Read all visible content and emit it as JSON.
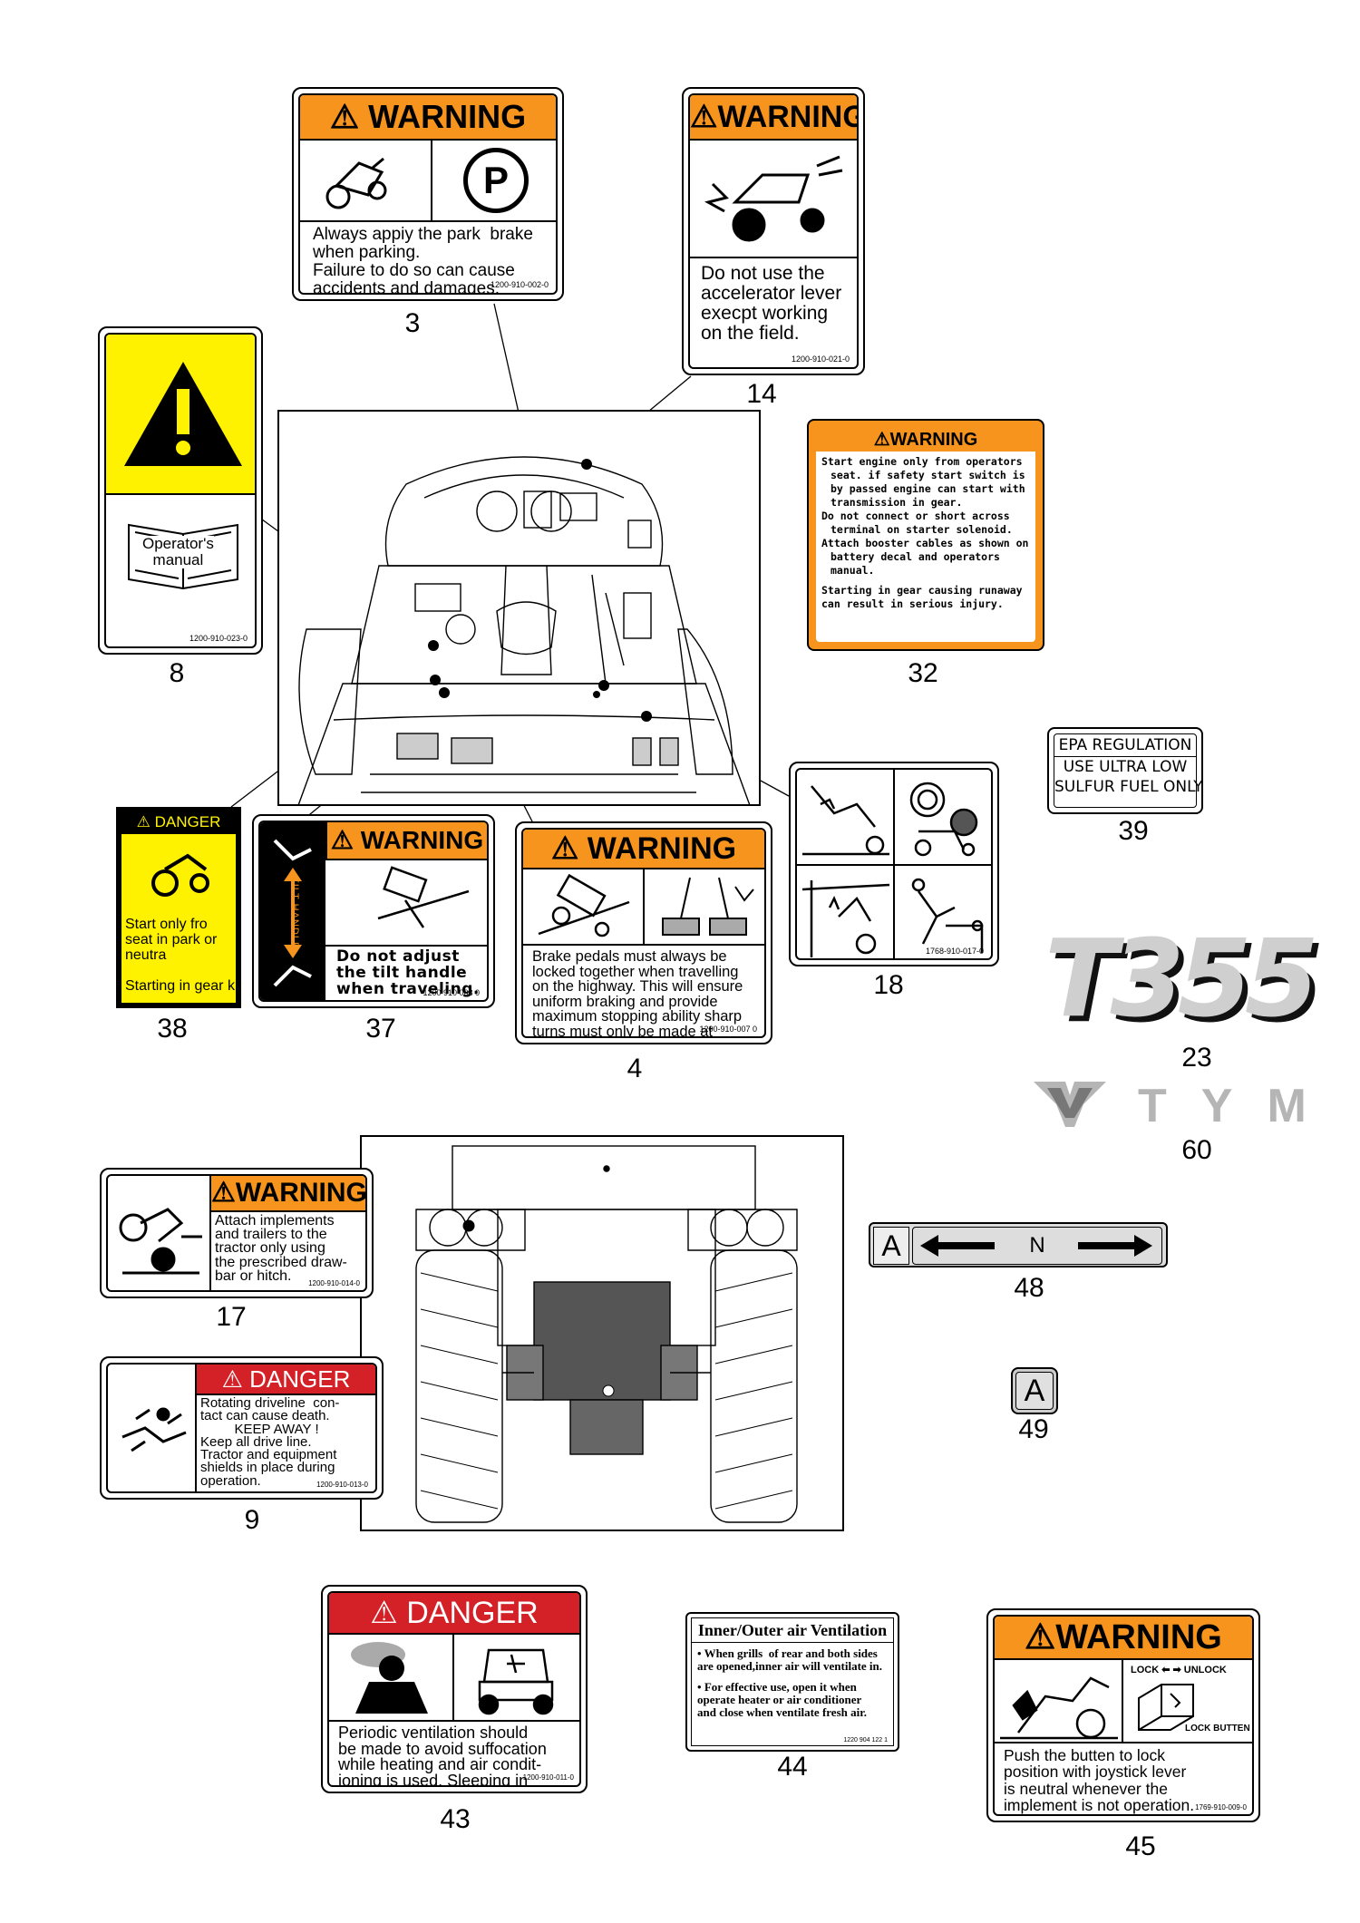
{
  "decals": {
    "d3": {
      "num": "3",
      "header": "WARNING",
      "text": "Always appiy the park  brake\nwhen parking.\nFailure to do so can cause\naccidents and damages.",
      "code": "1200-910-002-0",
      "park": "P"
    },
    "d14": {
      "num": "14",
      "header": "WARNING",
      "text": "Do not use the\naccelerator lever\nexecpt working\non the field.",
      "code": "1200-910-021-0"
    },
    "d8": {
      "num": "8",
      "book": "Operator's\nmanual",
      "code": "1200-910-023-0"
    },
    "d32": {
      "num": "32",
      "header": "WARNING",
      "bullets": [
        "Start engine only from operators seat. if safety start switch is by passed engine can start with transmission in gear.",
        "Do not connect or short across terminal on starter solenoid.",
        "Attach booster cables as shown on battery decal and operators manual."
      ],
      "footer": "Starting in gear causing runaway can result in serious injury."
    },
    "d39": {
      "num": "39",
      "line1": "EPA REGULATION",
      "line2": "USE ULTRA LOW\nSULFUR FUEL ONLY"
    },
    "d38": {
      "num": "38",
      "header": "DANGER",
      "text": "Start only fro\nseat in park or\nneutra",
      "text2": "Starting in gear kill"
    },
    "d37": {
      "num": "37",
      "header": "WARNING",
      "side": "TILT HANDLE",
      "text": "Do not adjust\nthe tilt handle\nwhen traveling.",
      "code": "1200 910 008 0"
    },
    "d4": {
      "num": "4",
      "header": "WARNING",
      "text": "Brake pedals must always be\nlocked together when travelling\non the highway. This will ensure\nuniform braking and provide\nmaximum stopping ability sharp\nturns must only be made at\nslow speeds.",
      "code": "1200-910-007 0"
    },
    "d18": {
      "num": "18",
      "code": "1768-910-017-0"
    },
    "d23": {
      "num": "23",
      "model": "T355"
    },
    "d60": {
      "num": "60",
      "brand": "TYM"
    },
    "d17": {
      "num": "17",
      "header": "WARNING",
      "text": "Attach implements\nand trailers to the\ntractor only using\nthe prescribed draw-\nbar or hitch.",
      "code": "1200-910-014-0"
    },
    "d9": {
      "num": "9",
      "header": "DANGER",
      "text": "Rotating driveline  con-\ntact can cause death.\n         KEEP AWAY !\nKeep all drive line.\nTractor and equipment\nshields in place during\noperation.",
      "code": "1200-910-013-0"
    },
    "d48": {
      "num": "48",
      "left": "A",
      "mid": "N"
    },
    "d49": {
      "num": "49",
      "letter": "A"
    },
    "d43": {
      "num": "43",
      "header": "DANGER",
      "text": "Periodic ventilation should\nbe made to avoid suffocation\nwhile heating and air condit-\nioning is used. Sleeping in\nthe cab is prohibited.",
      "code": "1200-910-011-0"
    },
    "d44": {
      "num": "44",
      "title": "Inner/Outer air Ventilation",
      "b1": "When grills  of rear and both sides\nare opened,inner air will ventilate in.",
      "b2": "For effective use, open it when\noperate heater or air conditioner\nand close when ventilate fresh air.",
      "code": "1220 904 122 1"
    },
    "d45": {
      "num": "45",
      "header": "WARNING",
      "lock": "LOCK",
      "unlock": "UNLOCK",
      "lockbtn": "LOCK BUTTEN",
      "text": "Push the butten to lock\nposition with joystick lever\nis neutral whenever the\nimplement is not operation.",
      "code": "1769-910-009-0"
    }
  },
  "colors": {
    "warning": "#f7941d",
    "danger": "#d42027",
    "caution": "#fff200"
  }
}
